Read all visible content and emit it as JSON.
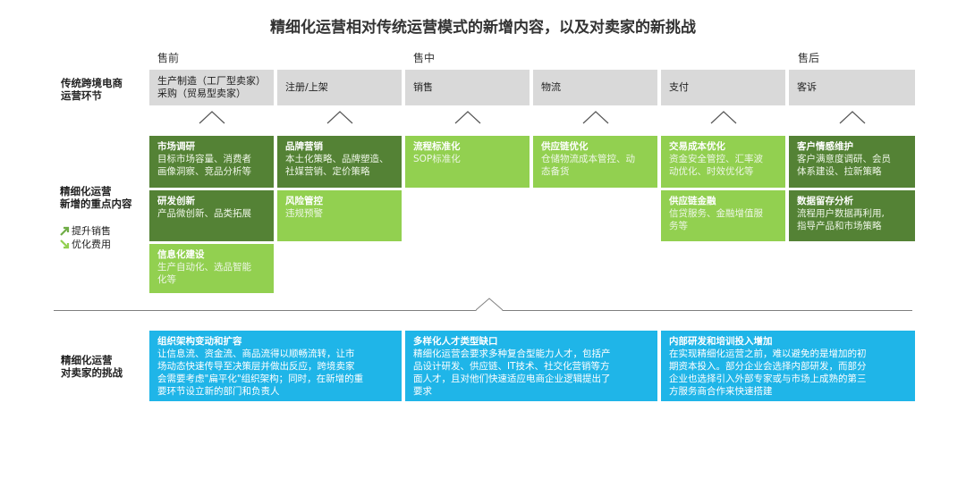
{
  "title": "精细化运营相对传统运营模式的新增内容，以及对卖家的新挑战",
  "phases": {
    "pre": "售前",
    "mid": "售中",
    "post": "售后"
  },
  "row_labels": {
    "traditional": [
      "传统跨境电商",
      "运营环节"
    ],
    "refined": [
      "精细化运营",
      "新增的重点内容"
    ],
    "challenge": [
      "精细化运营",
      "对卖家的挑战"
    ]
  },
  "legend": {
    "up": "提升销售",
    "down": "优化费用"
  },
  "colors": {
    "dark_green": "#548235",
    "mid_green": "#70ad47",
    "light_green": "#92d050",
    "blue": "#1fb5e8",
    "gray": "#d9d9d9"
  },
  "stages": [
    {
      "lines": [
        "生产制造（工厂型卖家）",
        "采购（贸易型卖家）"
      ]
    },
    {
      "lines": [
        "注册/上架"
      ]
    },
    {
      "lines": [
        "销售"
      ]
    },
    {
      "lines": [
        "物流"
      ]
    },
    {
      "lines": [
        "支付"
      ]
    },
    {
      "lines": [
        "客诉"
      ]
    }
  ],
  "cards": [
    {
      "title": "市场调研",
      "body": "目标市场容量、消费者\n画像洞察、竞品分析等"
    },
    {
      "title": "研发创新",
      "body": "产品微创新、品类拓展"
    },
    {
      "title": "信息化建设",
      "body": "生产自动化、选品智能\n化等"
    },
    {
      "title": "品牌营销",
      "body": "本土化策略、品牌塑造、\n社媒营销、定价策略"
    },
    {
      "title": "风险管控",
      "body": "违规预警"
    },
    {
      "title": "流程标准化",
      "body": "SOP标准化"
    },
    {
      "title": "供应链优化",
      "body": "仓储物流成本管控、动\n态备货"
    },
    {
      "title": "交易成本优化",
      "body": "资金安全管控、汇率波\n动优化、时效优化等"
    },
    {
      "title": "供应链金融",
      "body": "信贷服务、金融增值服\n务等"
    },
    {
      "title": "客户情感维护",
      "body": "客户满意度调研、会员\n体系建设、拉新策略"
    },
    {
      "title": "数据留存分析",
      "body": "流程用户数据再利用,\n指导产品和市场策略"
    }
  ],
  "challenges": [
    {
      "title": "组织架构变动和扩容",
      "body": "让信息流、资金流、商品流得以顺畅流转，让市\n场动态快速传导至决策层并做出反应，跨境卖家\n会需要考虑\"扁平化\"组织架构；同时，在新增的重\n要环节设立新的部门和负责人"
    },
    {
      "title": "多样化人才类型缺口",
      "body": "精细化运营会要求多种复合型能力人才，包括产\n品设计研发、供应链、IT技术、社交化营销等方\n面人才，且对他们快速适应电商企业逻辑提出了\n要求"
    },
    {
      "title": "内部研发和培训投入增加",
      "body": "在实现精细化运营之前，难以避免的是增加的初\n期资本投入。部分企业会选择内部研发，而部分\n企业也选择引入外部专家或与市场上成熟的第三\n方服务商合作来快速搭建"
    }
  ]
}
